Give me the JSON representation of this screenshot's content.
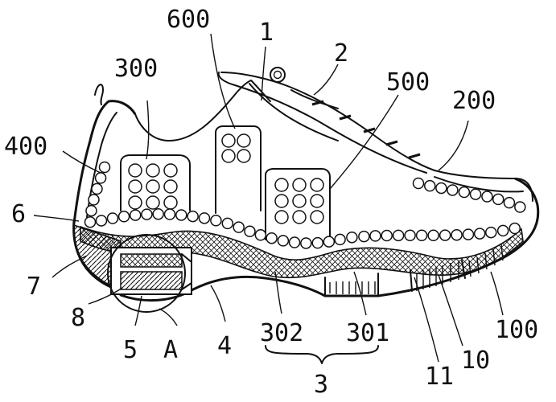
{
  "figure": {
    "labels": {
      "l600": "600",
      "l1": "1",
      "l2": "2",
      "l300": "300",
      "l500": "500",
      "l200": "200",
      "l400": "400",
      "l6": "6",
      "l7": "7",
      "l8": "8",
      "l5": "5",
      "lA": "A",
      "l4": "4",
      "l302": "302",
      "l301": "301",
      "l3": "3",
      "l11": "11",
      "l10": "10",
      "l100": "100"
    }
  }
}
